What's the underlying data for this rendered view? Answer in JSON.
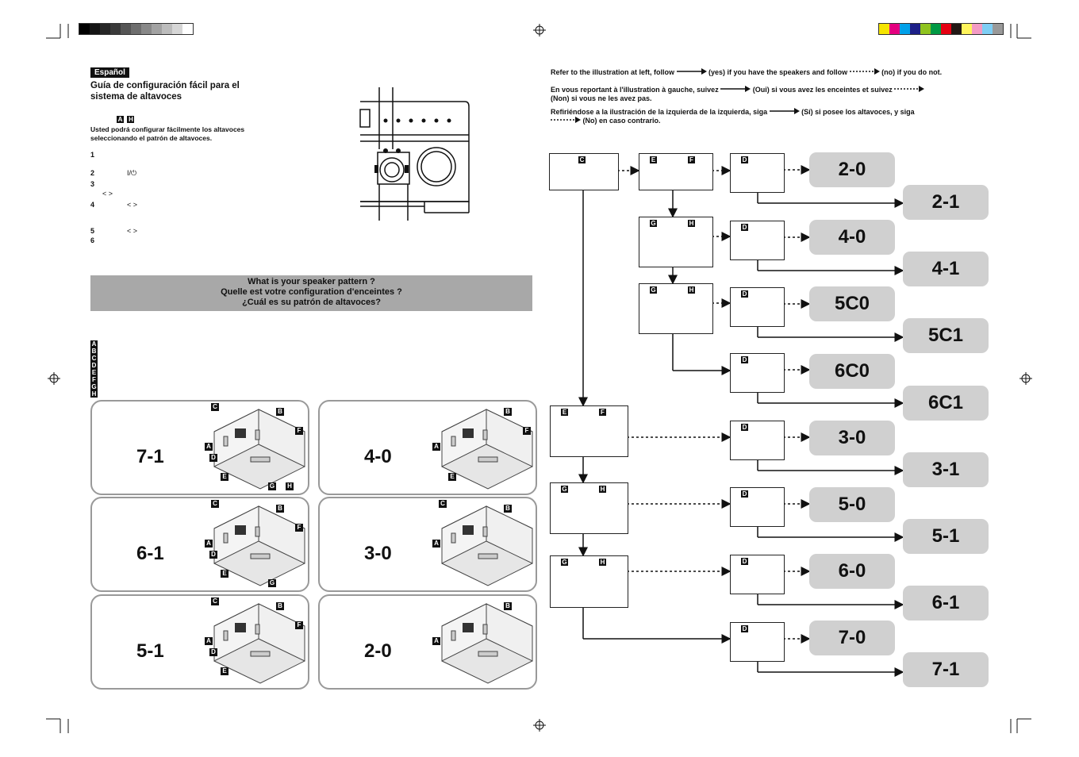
{
  "language_tag": "Español",
  "title_line1": "Guía de configuración fácil para el",
  "title_line2": "sistema de altavoces",
  "intro_line1": "Usted podrá configurar fácilmente los altavoces",
  "intro_line2": "seleccionando el patrón de altavoces.",
  "steps": [
    {
      "num": "1",
      "text": ""
    },
    {
      "num": "2",
      "text": "I/⏻"
    },
    {
      "num": "3",
      "text": "<   >"
    },
    {
      "num": "4",
      "text": "<  >"
    },
    {
      "num": "5",
      "text": "<  >"
    },
    {
      "num": "6",
      "text": ""
    }
  ],
  "question": {
    "en": "What is your speaker pattern ?",
    "fr": "Quelle est votre configuration d'enceintes ?",
    "es": "¿Cuál es su patrón de altavoces?"
  },
  "legend_letters": [
    "A",
    "B",
    "C",
    "D",
    "E",
    "F",
    "G",
    "H"
  ],
  "patterns": [
    {
      "code": "7-1",
      "labels": [
        "C",
        "B",
        "F",
        "A",
        "D",
        "E",
        "G",
        "H"
      ]
    },
    {
      "code": "4-0",
      "labels": [
        "B",
        "F",
        "A",
        "E"
      ]
    },
    {
      "code": "6-1",
      "labels": [
        "C",
        "B",
        "F",
        "A",
        "D",
        "E",
        "G"
      ]
    },
    {
      "code": "3-0",
      "labels": [
        "C",
        "B",
        "A"
      ]
    },
    {
      "code": "5-1",
      "labels": [
        "C",
        "B",
        "F",
        "A",
        "D",
        "E"
      ]
    },
    {
      "code": "2-0",
      "labels": [
        "B",
        "A"
      ]
    }
  ],
  "instructions": {
    "en_a": "Refer to the illustration at left, follow",
    "en_b": "(yes) if you have the speakers and follow",
    "en_c": "(no) if you do not.",
    "fr_a": "En vous reportant à l'illustration à gauche, suivez",
    "fr_b": "(Oui) si vous avez les enceintes et suivez",
    "fr_c": "(Non) si vous ne les avez pas.",
    "es_a": "Refiriéndose a la ilustración de la izquierda de la izquierda, siga",
    "es_b": "(Sí) si posee los altavoces, y siga",
    "es_c": "(No) en caso contrario."
  },
  "flow_boxes": [
    {
      "id": "c1",
      "letters": [
        "C"
      ]
    },
    {
      "id": "ef1",
      "letters": [
        "E",
        "F"
      ]
    },
    {
      "id": "gh1",
      "letters": [
        "G",
        "H"
      ]
    },
    {
      "id": "gh2",
      "letters": [
        "G",
        "H"
      ]
    },
    {
      "id": "ef2",
      "letters": [
        "E",
        "F"
      ]
    },
    {
      "id": "gh3",
      "letters": [
        "G",
        "H"
      ]
    },
    {
      "id": "gh4",
      "letters": [
        "G",
        "H"
      ]
    },
    {
      "id": "d",
      "letters": [
        "D"
      ]
    }
  ],
  "results": [
    "2-0",
    "2-1",
    "4-0",
    "4-1",
    "5C0",
    "5C1",
    "6C0",
    "6C1",
    "3-0",
    "3-1",
    "5-0",
    "5-1",
    "6-0",
    "6-1",
    "7-0",
    "7-1"
  ],
  "colors": {
    "band": "#a8a8a8",
    "result_bg": "#d0d0d0",
    "card_border": "#999999",
    "gray_swatches": [
      "#000000",
      "#141414",
      "#262626",
      "#3a3a3a",
      "#555555",
      "#6e6e6e",
      "#888888",
      "#a2a2a2",
      "#bcbcbc",
      "#d6d6d6",
      "#ffffff"
    ],
    "color_swatches": [
      "#f5e400",
      "#e4007f",
      "#00a0e9",
      "#1d2088",
      "#8fc31f",
      "#009944",
      "#e60012",
      "#231815",
      "#fff45c",
      "#f39bc4",
      "#7ecef4",
      "#999999"
    ]
  }
}
